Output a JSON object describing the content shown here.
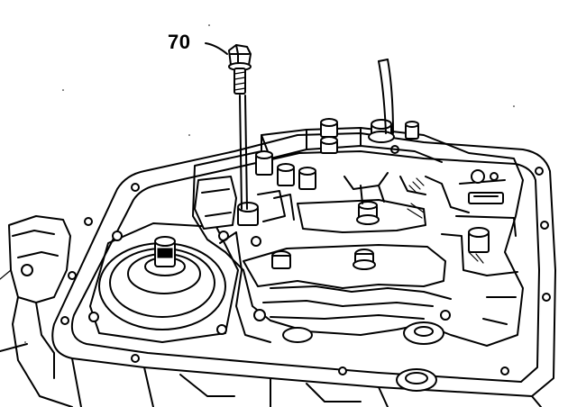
{
  "callout": {
    "number": "70"
  },
  "icons": [
    "bolt-icon",
    "leader-line",
    "valve-body-assembly",
    "pan-gasket-flange",
    "accumulator-piston",
    "dipstick-tube"
  ],
  "colors": {
    "line": "#000000",
    "background": "#ffffff"
  }
}
